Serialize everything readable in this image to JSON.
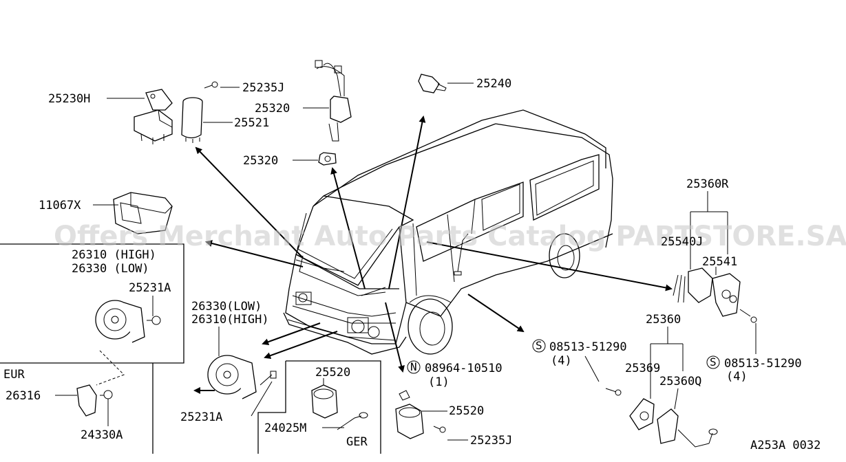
{
  "watermark": "Offers Merchant Auto Parts Catalog PARTSTORE.SA",
  "diagram_code": "A253A 0032",
  "region_labels": {
    "eur": "EUR",
    "ger": "GER"
  },
  "part_labels": {
    "p25230H": "25230H",
    "p25235J_top": "25235J",
    "p25521": "25521",
    "p25320_a": "25320",
    "p25320_b": "25320",
    "p25240": "25240",
    "p11067X": "11067X",
    "p26310_high_eur": "26310 (HIGH)",
    "p26330_low_eur": "26330 (LOW)",
    "p25231A_eur": "25231A",
    "p26316": "26316",
    "p24330A": "24330A",
    "p26330_low": "26330(LOW)",
    "p26310_high": "26310(HIGH)",
    "p25231A": "25231A",
    "p25520_ger": "25520",
    "p24025M": "24025M",
    "p08964": "08964-10510",
    "p08964_qty": "(1)",
    "p25520": "25520",
    "p25235J_bottom": "25235J",
    "p25360R": "25360R",
    "p25540J": "25540J",
    "p25541": "25541",
    "p25360": "25360",
    "p08513_a": "08513-51290",
    "p08513_a_qty": "(4)",
    "p08513_b": "08513-51290",
    "p08513_b_qty": "(4)",
    "p25369": "25369",
    "p25360Q": "25360Q"
  },
  "prefix_symbols": {
    "n": "N",
    "s1": "S",
    "s2": "S"
  }
}
